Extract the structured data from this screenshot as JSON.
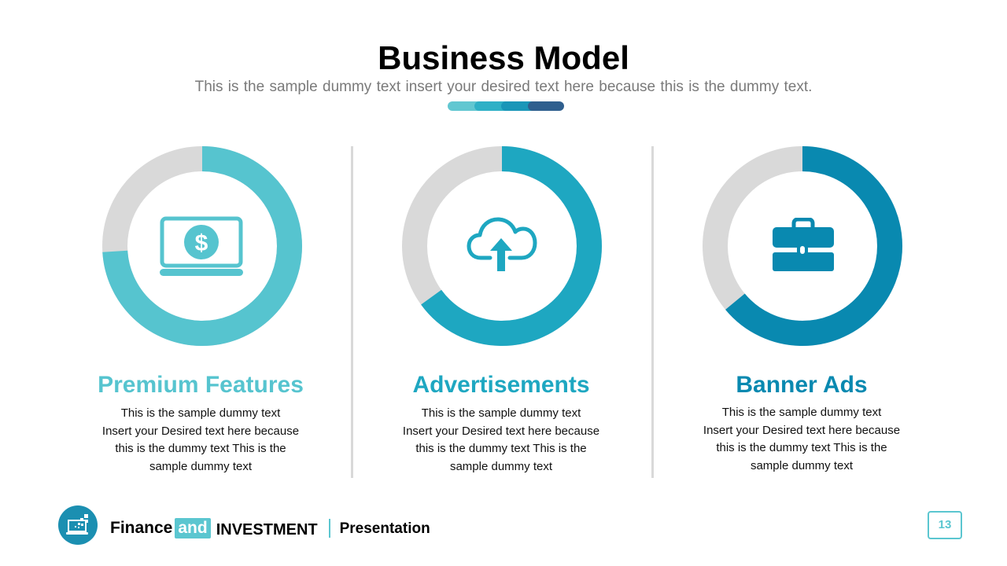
{
  "slide": {
    "title": "Business Model",
    "subtitle": "This is the sample  dummy  text insert your desired text here because this is the dummy  text.",
    "accent_bar_colors": [
      "#62c7d1",
      "#2fb0c6",
      "#1a96b8",
      "#2f5f8e"
    ]
  },
  "columns": [
    {
      "title": "Premium Features",
      "color": "#56c4cf",
      "icon": "laptop-dollar-icon",
      "body": [
        "This is the sample dummy text",
        "Insert your Desired text here because",
        "this is the dummy text This is the",
        "sample dummy text"
      ]
    },
    {
      "title": "Advertisements",
      "color": "#1ea7c1",
      "icon": "cloud-upload-icon",
      "body": [
        "This is the sample dummy text",
        "Insert your Desired text here because",
        "this is the dummy text This is the",
        "sample dummy text"
      ]
    },
    {
      "title": "Banner Ads",
      "color": "#0989b0",
      "icon": "briefcase-icon",
      "body": [
        "This is the sample dummy text",
        "Insert your Desired text here because",
        "this is the dummy text This is the",
        "sample dummy text"
      ]
    }
  ],
  "chart_data": {
    "type": "pie",
    "title": "Business Model",
    "categories": [
      "Premium Features",
      "Advertisements",
      "Banner Ads"
    ],
    "values": [
      74,
      65,
      64
    ],
    "remainder_color": "#d9d9d9",
    "note": "Three donut rings; filled portion (%) estimated from arc angle starting at 12 o'clock clockwise"
  },
  "footer": {
    "brand_finance": "Finance",
    "brand_and": "and",
    "brand_investment": "INVESTMENT",
    "brand_presentation": "Presentation",
    "page_number": "13",
    "logo_icon": "laptop-pixels-icon"
  }
}
